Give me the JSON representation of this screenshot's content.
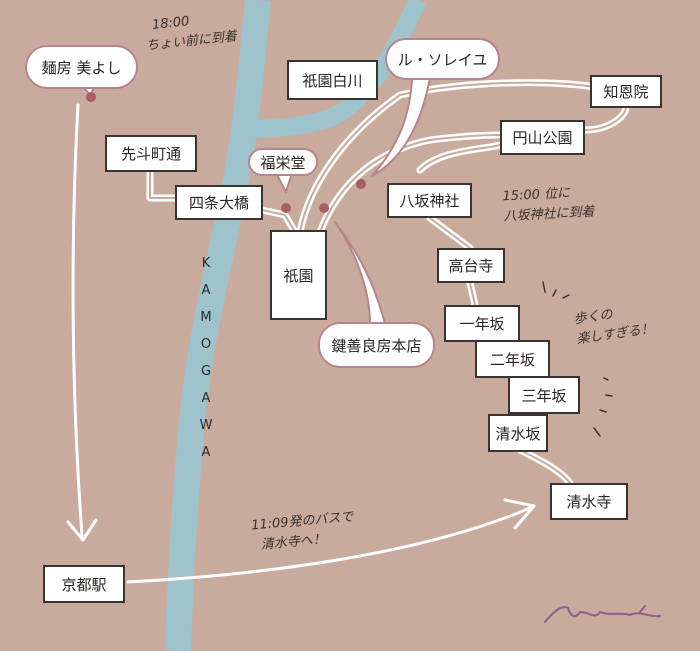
{
  "map": {
    "river_label": [
      "K",
      "A",
      "M",
      "O",
      "G",
      "A",
      "W",
      "A"
    ],
    "places": {
      "menbou": "麺房 美よし",
      "gion_shirakawa": "祇園白川",
      "le_soleil": "ル・ソレイユ",
      "chionin": "知恩院",
      "maruyama": "円山公園",
      "pontocho": "先斗町通",
      "fukueido": "福栄堂",
      "shijo_ohashi": "四条大橋",
      "yasaka": "八坂神社",
      "gion": "祇園",
      "kagizen": "鍵善良房本店",
      "kodaiji": "高台寺",
      "ichinenzaka": "一年坂",
      "ninenzaka": "二年坂",
      "sannenzaka": "三年坂",
      "kiyomizuzaka": "清水坂",
      "kiyomizudera": "清水寺",
      "kyoto_station": "京都駅"
    },
    "notes": {
      "arrival_time": "18:00",
      "arrival_text": "ちょい前に到着",
      "yasaka_time": "15:00 位に",
      "yasaka_text": "八坂神社に到着",
      "fun_line1": "歩くの",
      "fun_line2": "楽しすぎる！",
      "bus_line1": "11:09発のバスで",
      "bus_line2": "清水寺へ！"
    },
    "signature": "Natsumi",
    "colors": {
      "background": "#c8ab9c",
      "river": "#9fc3cc",
      "dot": "#a85e66",
      "bubble_border": "#b8838a"
    }
  }
}
